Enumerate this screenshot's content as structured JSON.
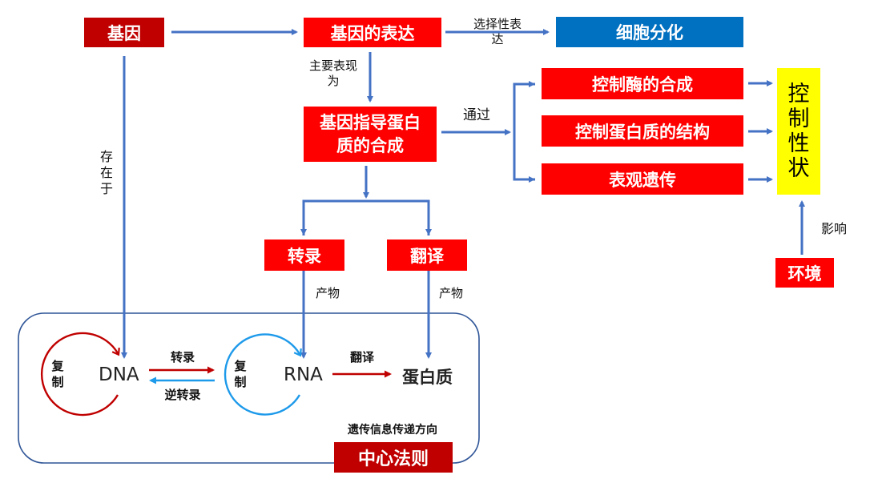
{
  "nodes": {
    "gene": "基因",
    "gene_expression": "基因的表达",
    "cell_differentiation": "细胞分化",
    "gene_directs_protein_synthesis": "基因指导蛋白质的合成",
    "control_enzyme_synthesis": "控制酶的合成",
    "control_protein_structure": "控制蛋白质的结构",
    "epigenetics": "表观遗传",
    "control_traits": "控制性状",
    "environment": "环境",
    "transcription": "转录",
    "translation": "翻译",
    "central_dogma": "中心法则"
  },
  "edge_labels": {
    "selective_expression": "选择性表达",
    "mainly_manifested_as": "主要表现为",
    "through": "通过",
    "exists_in": "存在于",
    "influences": "影响",
    "product_transcription": "产物",
    "product_translation": "产物"
  },
  "central_dogma_panel": {
    "dna": "DNA",
    "rna": "RNA",
    "protein": "蛋白质",
    "dna_replication": "复制",
    "rna_replication": "复制",
    "transcription": "转录",
    "reverse_transcription": "逆转录",
    "translation": "翻译",
    "caption": "遗传信息传递方向"
  },
  "colors": {
    "node_red": "#ff0000",
    "node_dark_red": "#c00000",
    "node_blue": "#0070c0",
    "node_yellow": "#ffff00",
    "arrow_blue": "#4472c4",
    "dna_arrow": "#c00000",
    "rna_arrow": "#1e9aea",
    "panel_border": "#2f5597"
  }
}
